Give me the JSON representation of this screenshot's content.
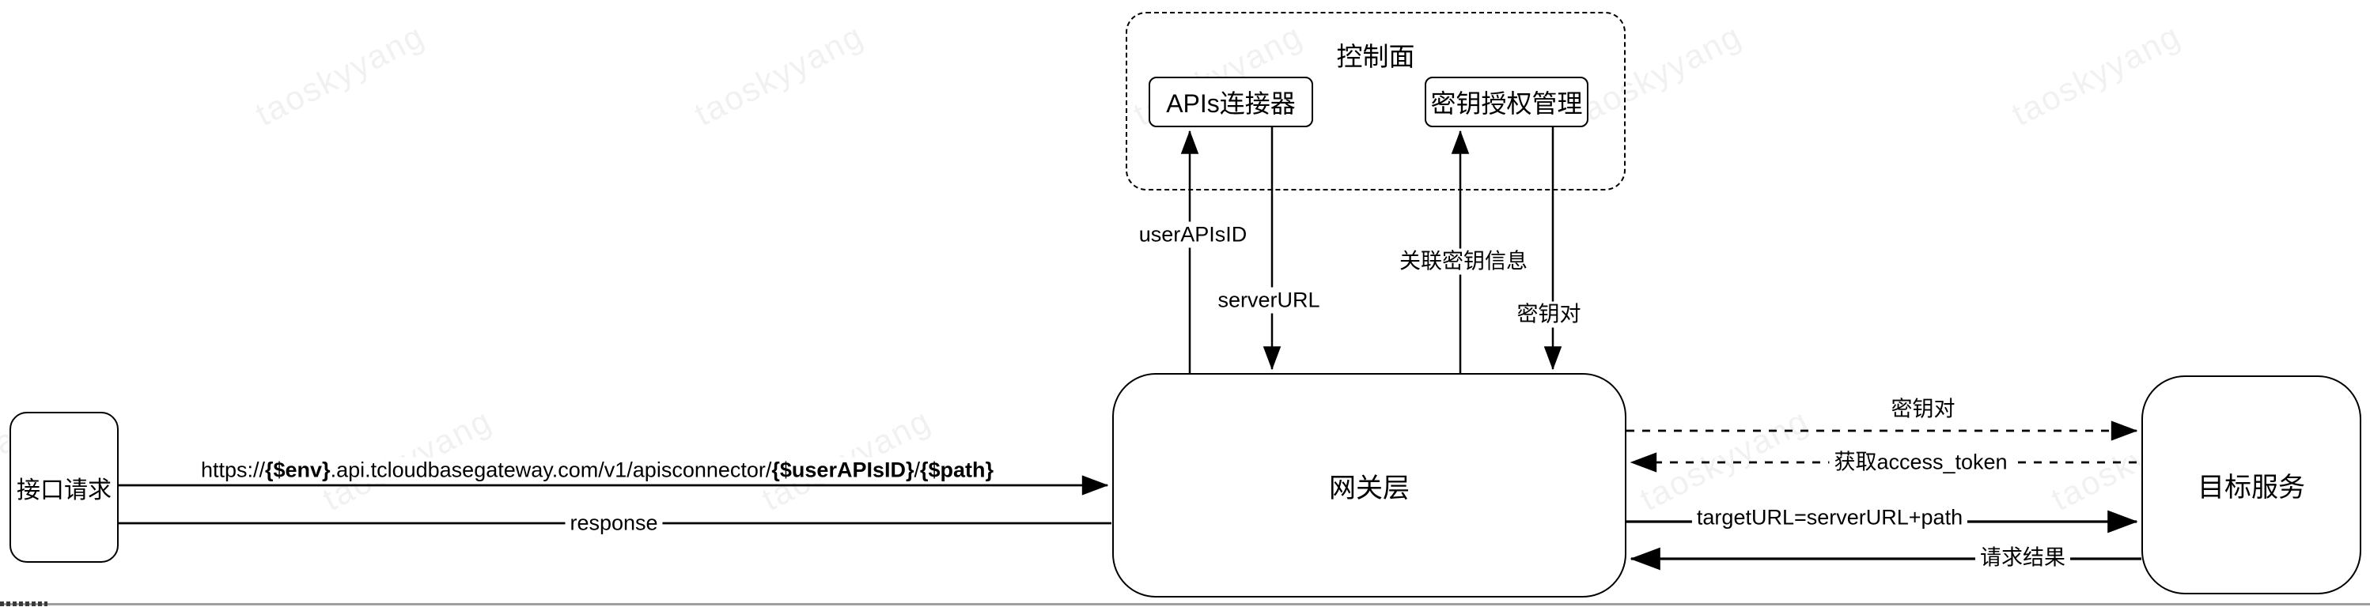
{
  "watermark": {
    "text": "taoskyyang"
  },
  "colors": {
    "stroke": "#000000",
    "background": "#ffffff",
    "watermark": "#f1f1f1",
    "scrollbar_track": "#9e9e9e"
  },
  "control_plane": {
    "label": "控制面",
    "apis_connector_label": "APIs连接器",
    "key_auth_label": "密钥授权管理"
  },
  "nodes": {
    "api_request_label": "接口请求",
    "gateway_label": "网关层",
    "target_service_label": "目标服务"
  },
  "edges": {
    "user_apis_id": "userAPIsID",
    "server_url": "serverURL",
    "key_info": "关联密钥信息",
    "key_pair_down": "密钥对",
    "request_url": {
      "prefix": "https://",
      "env": "{$env}",
      "mid": ".api.tcloudbasegateway.com/v1/apisconnector/",
      "user_apis_id": "{$userAPIsID}",
      "sep": "/",
      "path": "{$path}"
    },
    "response": "response",
    "key_pair_right": "密钥对",
    "access_token": "获取access_token",
    "target_url": "targetURL=serverURL+path",
    "request_result": "请求结果"
  }
}
